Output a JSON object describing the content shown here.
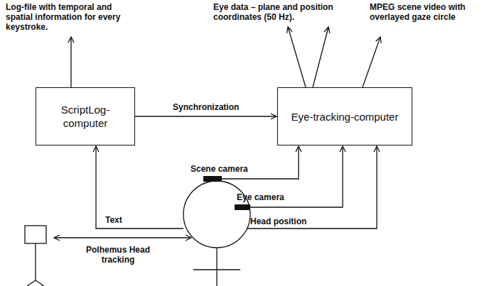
{
  "diagram": {
    "nodes": [
      {
        "text": [
          "ScriptLog-computer"
        ]
      },
      {
        "text": [
          "Eye-tracking-computer"
        ]
      }
    ],
    "edges": [
      {
        "from": 0,
        "to": 1,
        "label": "Synchronization",
        "arrow": "to"
      }
    ],
    "labels": [
      "Log-file with temporal and spatial information for every keystroke.",
      "Eye data – plane and position coordinates (50 Hz).",
      "MPEG scene video with overlayed gaze circle",
      "Text",
      "Scene camera",
      "Eye camera",
      "Head position",
      "Polhemus Head tracking"
    ]
  }
}
